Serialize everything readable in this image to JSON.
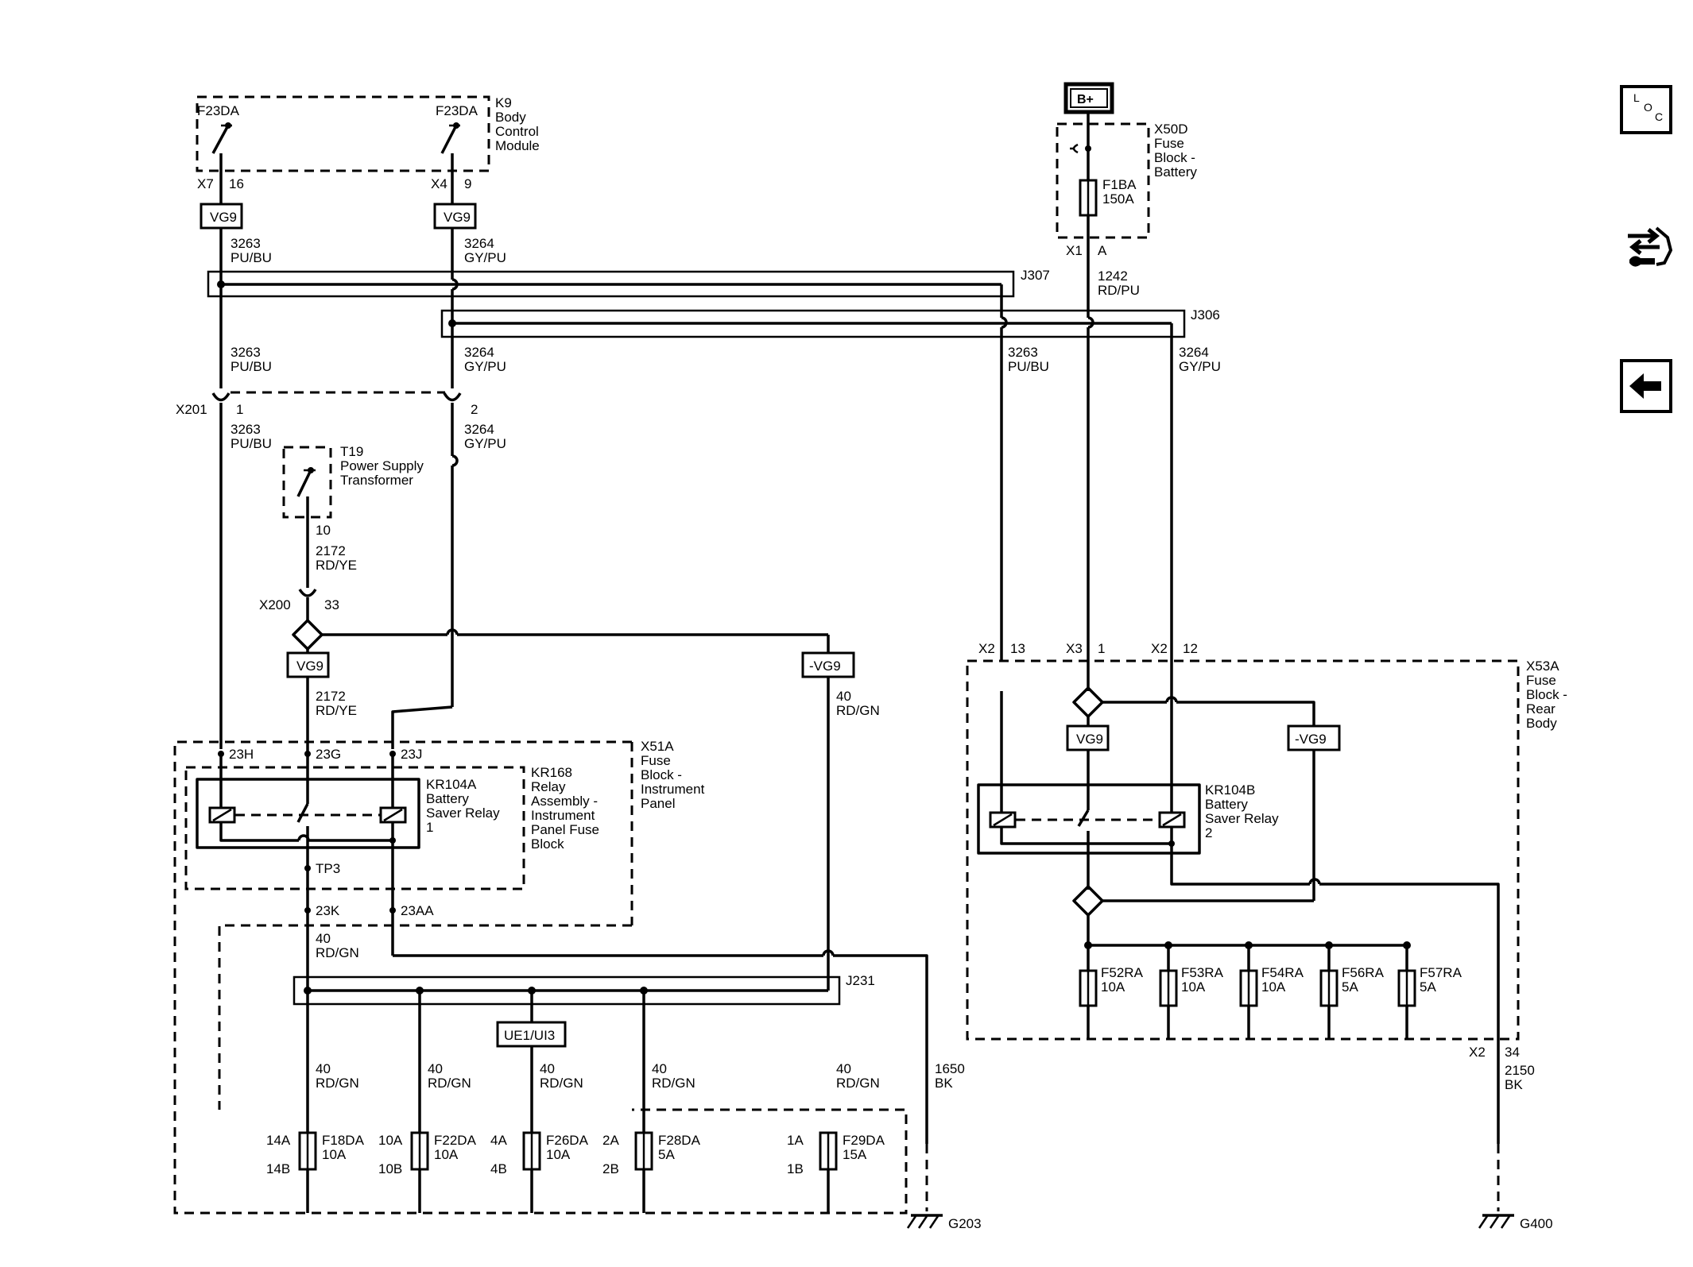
{
  "modules": {
    "k9": {
      "id": "K9",
      "name": [
        "Body",
        "Control",
        "Module"
      ],
      "pin_f23da": "F23DA"
    },
    "x50d": {
      "id": "X50D",
      "name": [
        "Fuse",
        "Block -",
        "Battery"
      ],
      "fuse": "F1BA",
      "rating": "150A",
      "conn": "X1",
      "pin": "A"
    },
    "t19": {
      "id": "T19",
      "name": [
        "Power Supply",
        "Transformer"
      ],
      "pin": "10"
    },
    "x51a": {
      "id": "X51A",
      "name": [
        "Fuse",
        "Block -",
        "Instrument",
        "Panel"
      ]
    },
    "kr168": {
      "id": "KR168",
      "name": [
        "Relay",
        "Assembly -",
        "Instrument",
        "Panel Fuse",
        "Block"
      ]
    },
    "kr104a": {
      "id": "KR104A",
      "name": [
        "Battery",
        "Saver Relay",
        "1"
      ]
    },
    "x53a": {
      "id": "X53A",
      "name": [
        "Fuse",
        "Block -",
        "Rear",
        "Body"
      ]
    },
    "kr104b": {
      "id": "KR104B",
      "name": [
        "Battery",
        "Saver Relay",
        "2"
      ]
    }
  },
  "battery": "B+",
  "connectors": {
    "x7": "X7",
    "x7_pin": "16",
    "x4": "X4",
    "x4_pin": "9",
    "x201": "X201",
    "x201_p1": "1",
    "x201_p2": "2",
    "x200": "X200",
    "x200_pin": "33",
    "x2": "X2",
    "x2_13": "13",
    "x2_12": "12",
    "x2_34": "34",
    "x3": "X3",
    "x3_1": "1",
    "p23h": "23H",
    "p23g": "23G",
    "p23j": "23J",
    "p23k": "23K",
    "p23aa": "23AA",
    "tp3": "TP3"
  },
  "splices": {
    "j307": "J307",
    "j306": "J306",
    "j231": "J231"
  },
  "tags": {
    "vg9": "VG9",
    "nvg9": "-VG9",
    "ue1": "UE1/UI3"
  },
  "wires": {
    "c3263": "3263",
    "pu_bu": "PU/BU",
    "c3264": "3264",
    "gy_pu": "GY/PU",
    "c1242": "1242",
    "rd_pu": "RD/PU",
    "c2172": "2172",
    "rd_ye": "RD/YE",
    "c40": "40",
    "rd_gn": "RD/GN",
    "c1650": "1650",
    "c2150": "2150",
    "bk": "BK"
  },
  "ip_fuses": [
    {
      "name": "F18DA",
      "rating": "10A",
      "in": "14A",
      "out": "14B"
    },
    {
      "name": "F22DA",
      "rating": "10A",
      "in": "10A",
      "out": "10B"
    },
    {
      "name": "F26DA",
      "rating": "10A",
      "in": "4A",
      "out": "4B"
    },
    {
      "name": "F28DA",
      "rating": "5A",
      "in": "2A",
      "out": "2B"
    },
    {
      "name": "F29DA",
      "rating": "15A",
      "in": "1A",
      "out": "1B"
    }
  ],
  "rear_fuses": [
    {
      "name": "F52RA",
      "rating": "10A"
    },
    {
      "name": "F53RA",
      "rating": "10A"
    },
    {
      "name": "F54RA",
      "rating": "10A"
    },
    {
      "name": "F56RA",
      "rating": "5A"
    },
    {
      "name": "F57RA",
      "rating": "5A"
    }
  ],
  "grounds": {
    "g203": "G203",
    "g400": "G400"
  },
  "nav": {
    "loc": [
      "L",
      "O",
      "C"
    ]
  }
}
